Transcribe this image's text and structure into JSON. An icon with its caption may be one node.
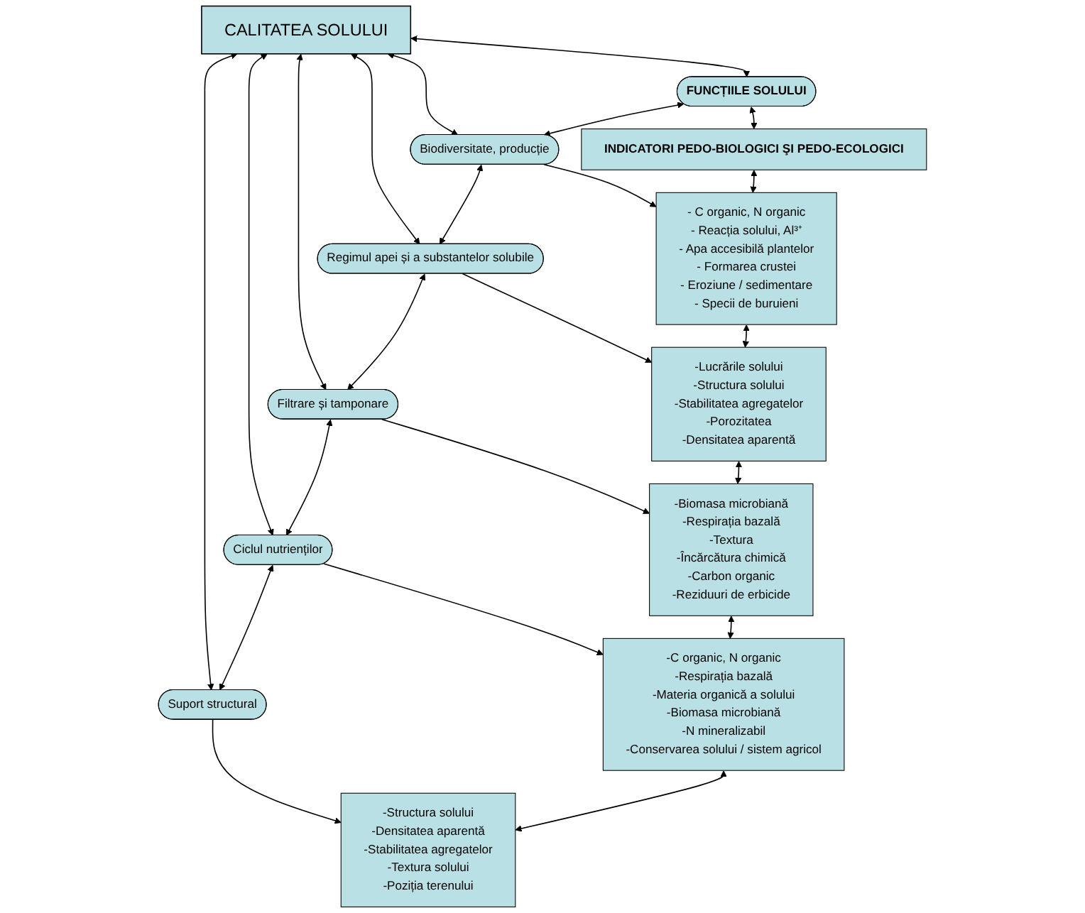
{
  "diagram": {
    "nodes": [
      {
        "text": [
          "CALITATEA SOLULUI"
        ]
      },
      {
        "text": [
          "FUNCȚIILE SOLULUI"
        ]
      },
      {
        "text": [
          "Biodiversitate, producție"
        ]
      },
      {
        "text": [
          "Regimul apei și a substantelor solubile"
        ]
      },
      {
        "text": [
          "Filtrare și tamponare"
        ]
      },
      {
        "text": [
          "Ciclul nutrienților"
        ]
      },
      {
        "text": [
          "Suport structural"
        ]
      },
      {
        "text": [
          "INDICATORI PEDO-BIOLOGICI ŞI PEDO-ECOLOGICI"
        ]
      },
      {
        "text": [
          "- C organic, N organic",
          "- Reacția solului, Al³⁺",
          "- Apa accesibilă plantelor",
          "- Formarea crustei",
          "- Eroziune / sedimentare",
          "- Specii de buruieni"
        ]
      },
      {
        "text": [
          "-Lucrările solului",
          "-Structura solului",
          "-Stabilitatea agregatelor",
          "-Porozitatea",
          "-Densitatea aparentă"
        ]
      },
      {
        "text": [
          "-Biomasa microbiană",
          "-Respirația bazală",
          "-Textura",
          "-Încărcătura chimică",
          "-Carbon organic",
          "-Reziduuri de erbicide"
        ]
      },
      {
        "text": [
          "-C organic, N organic",
          "-Respirația bazală",
          "-Materia organică a solului",
          "-Biomasa microbiană",
          "-N mineralizabil",
          "-Conservarea solului / sistem agricol"
        ]
      },
      {
        "text": [
          "-Structura solului",
          "-Densitatea aparentă",
          "-Stabilitatea agregatelor",
          "-Textura solului",
          "-Poziția terenului"
        ]
      }
    ],
    "edges": [
      {
        "from": 0,
        "to": 1,
        "arrow": "both"
      },
      {
        "from": 0,
        "to": 2,
        "arrow": "both"
      },
      {
        "from": 0,
        "to": 3,
        "arrow": "both"
      },
      {
        "from": 0,
        "to": 4,
        "arrow": "both"
      },
      {
        "from": 0,
        "to": 5,
        "arrow": "both"
      },
      {
        "from": 0,
        "to": 6,
        "arrow": "both"
      },
      {
        "from": 1,
        "to": 7,
        "arrow": "both"
      },
      {
        "from": 2,
        "to": 8,
        "arrow": "to"
      },
      {
        "from": 3,
        "to": 9,
        "arrow": "to"
      },
      {
        "from": 4,
        "to": 10,
        "arrow": "to"
      },
      {
        "from": 5,
        "to": 11,
        "arrow": "to"
      },
      {
        "from": 6,
        "to": 12,
        "arrow": "to"
      },
      {
        "from": 1,
        "to": 2,
        "arrow": "both"
      },
      {
        "from": 2,
        "to": 3,
        "arrow": "both"
      },
      {
        "from": 3,
        "to": 4,
        "arrow": "both"
      },
      {
        "from": 4,
        "to": 5,
        "arrow": "both"
      },
      {
        "from": 5,
        "to": 6,
        "arrow": "both"
      },
      {
        "from": 7,
        "to": 8,
        "arrow": "both"
      },
      {
        "from": 8,
        "to": 9,
        "arrow": "both"
      },
      {
        "from": 9,
        "to": 10,
        "arrow": "both"
      },
      {
        "from": 10,
        "to": 11,
        "arrow": "both"
      },
      {
        "from": 11,
        "to": 12,
        "arrow": "both"
      }
    ]
  }
}
